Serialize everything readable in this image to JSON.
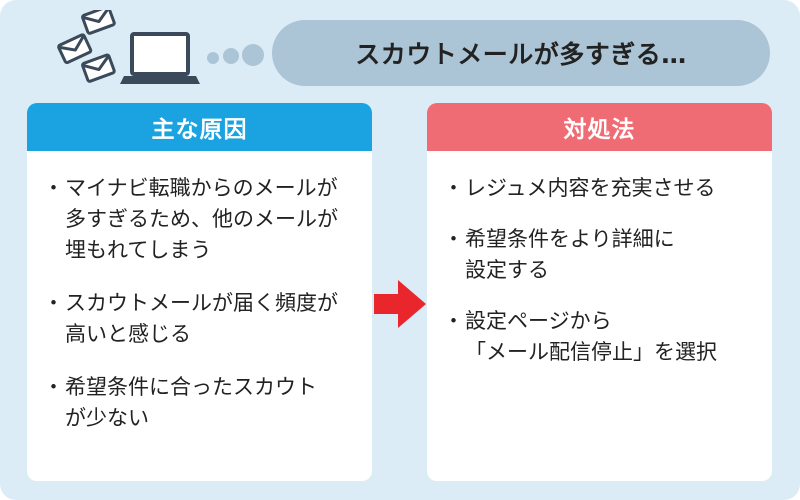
{
  "banner": {
    "text": "スカウトメールが多すぎる…"
  },
  "causes": {
    "title": "主な原因",
    "items": [
      "マイナビ転職からのメールが\n多すぎるため、他のメールが\n埋もれてしまう",
      "スカウトメールが届く頻度が\n高いと感じる",
      "希望条件に合ったスカウト\nが少ない"
    ]
  },
  "solutions": {
    "title": "対処法",
    "items": [
      "レジュメ内容を充実させる",
      "希望条件をより詳細に\n設定する",
      "設定ページから\n「メール配信停止」を選択"
    ]
  },
  "colors": {
    "background": "#dcecf7",
    "bubble": "#abc5d6",
    "causes_header": "#1aa3e0",
    "solutions_header": "#f06c74",
    "arrow": "#e8262b",
    "icon": "#3a4a5a"
  }
}
